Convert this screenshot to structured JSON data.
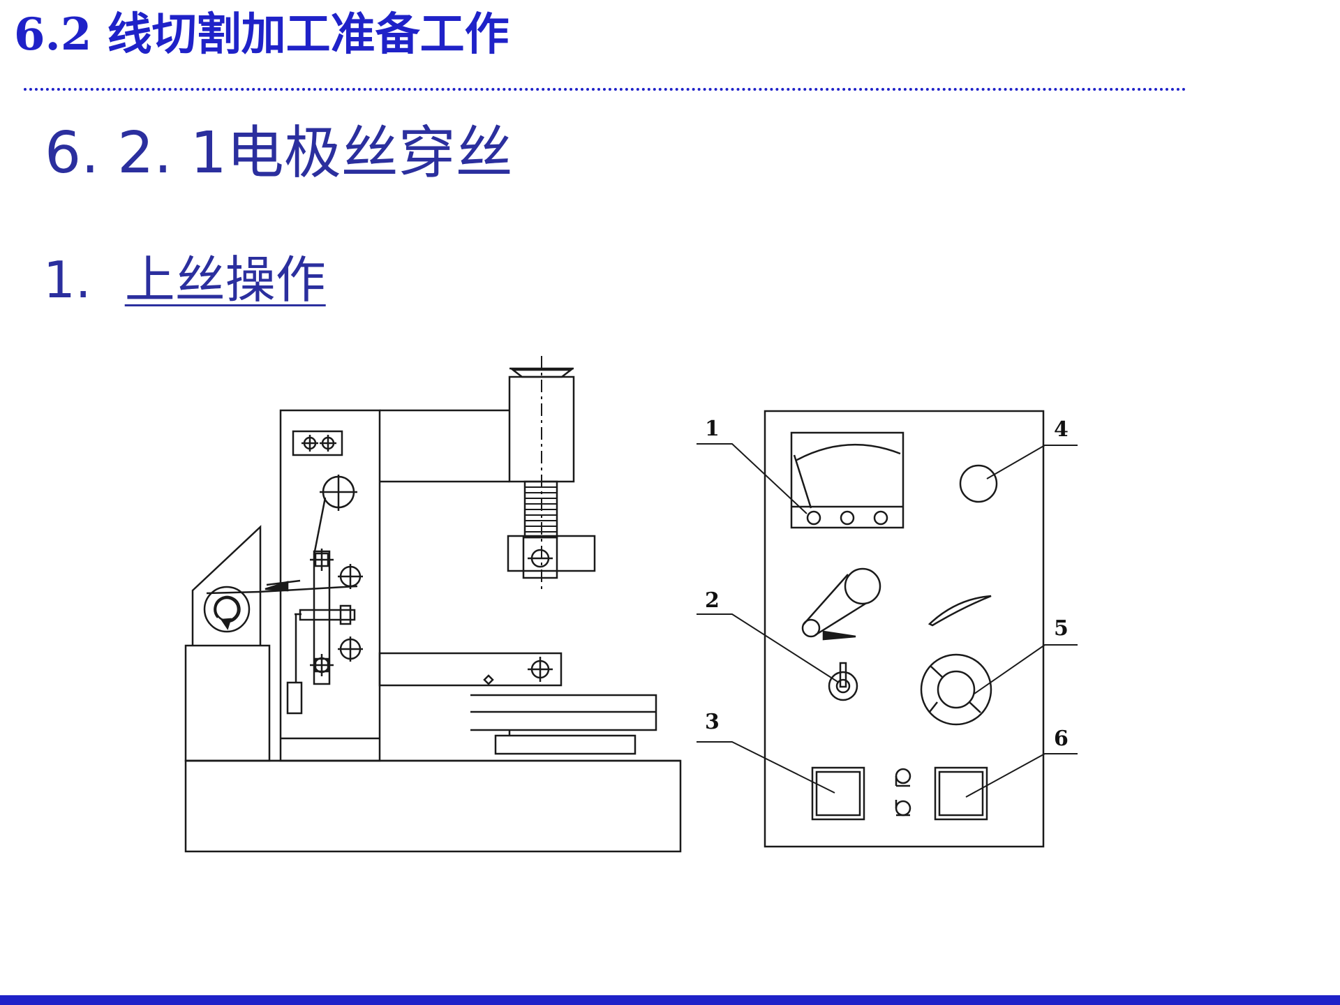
{
  "slide_title": "6.2 线切割加工准备工作",
  "section_heading": "6. 2. 1电极丝穿丝",
  "step": {
    "number": "1.",
    "text": "上丝操作"
  },
  "diagram_labels": [
    "1",
    "2",
    "3",
    "4",
    "5",
    "6"
  ],
  "colors": {
    "primary_blue": "#1F22C8",
    "heading_blue": "#2B2F9E",
    "line": "#1a1a1a"
  }
}
